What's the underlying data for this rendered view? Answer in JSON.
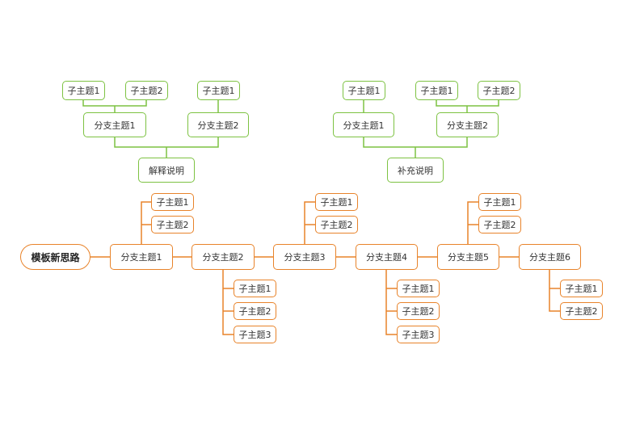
{
  "colors": {
    "green": "#7dc242",
    "orange": "#e8832a"
  },
  "root": "模板新思路",
  "notes": [
    {
      "label": "解释说明",
      "branches": [
        {
          "label": "分支主题1",
          "children": [
            "子主题1",
            "子主题2"
          ]
        },
        {
          "label": "分支主题2",
          "children": [
            "子主题1"
          ]
        }
      ]
    },
    {
      "label": "补充说明",
      "branches": [
        {
          "label": "分支主题1",
          "children": [
            "子主题1"
          ]
        },
        {
          "label": "分支主题2",
          "children": [
            "子主题1",
            "子主题2"
          ]
        }
      ]
    }
  ],
  "branches": [
    {
      "label": "分支主题1",
      "children": [
        "子主题1",
        "子主题2"
      ]
    },
    {
      "label": "分支主题2",
      "children": [
        "子主题1",
        "子主题2",
        "子主题3"
      ]
    },
    {
      "label": "分支主题3",
      "children": [
        "子主题1",
        "子主题2"
      ]
    },
    {
      "label": "分支主题4",
      "children": [
        "子主题1",
        "子主题2",
        "子主题3"
      ]
    },
    {
      "label": "分支主题5",
      "children": [
        "子主题1",
        "子主题2"
      ]
    },
    {
      "label": "分支主题6",
      "children": [
        "子主题1",
        "子主题2"
      ]
    }
  ]
}
